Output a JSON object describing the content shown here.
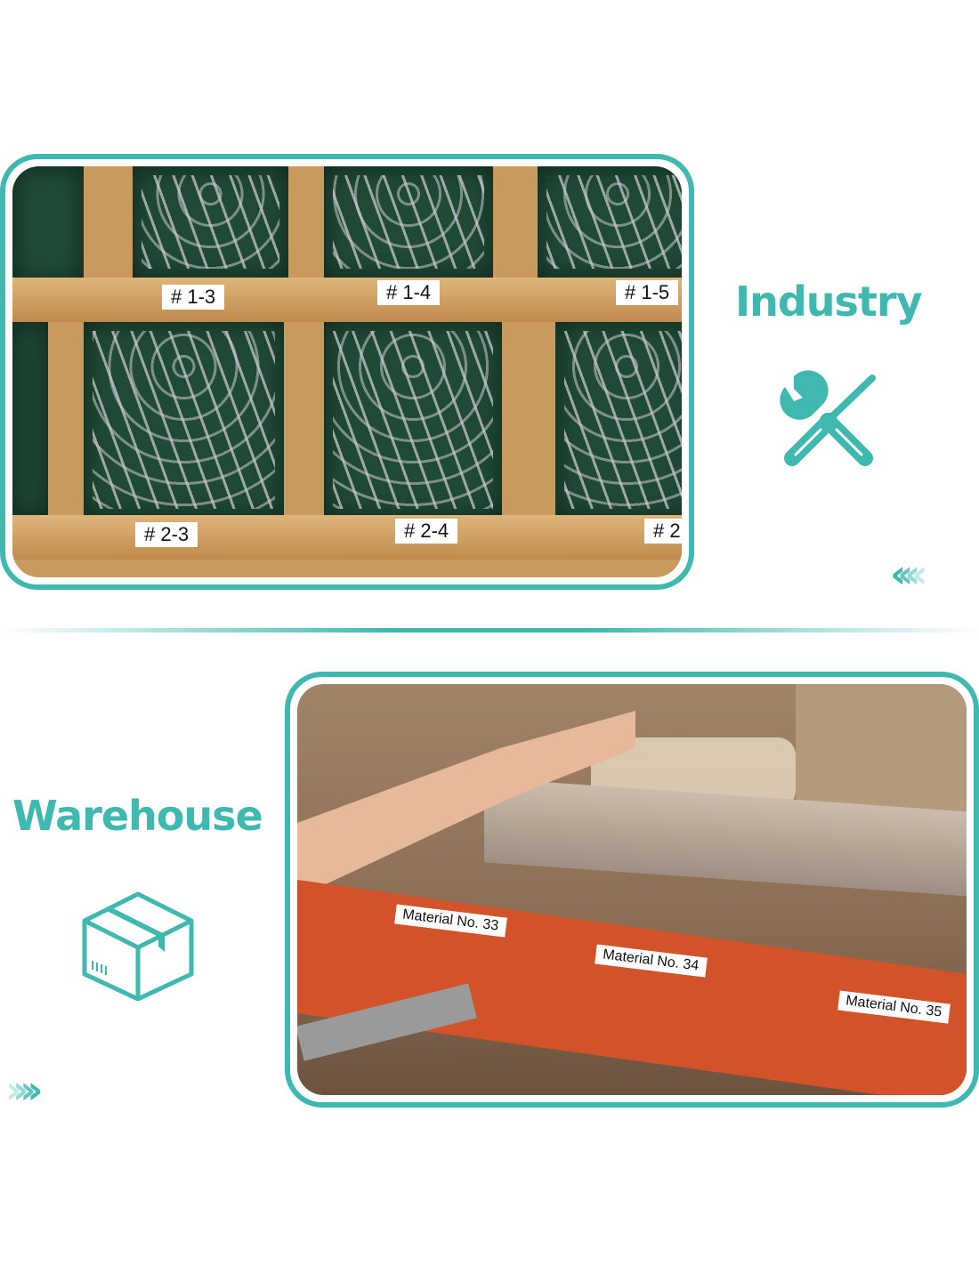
{
  "industry": {
    "title": "Industry",
    "icon": "wrench-screwdriver-icon",
    "bin_labels": [
      "# 1-3",
      "# 1-4",
      "# 1-5",
      "# 2-3",
      "# 2-4",
      "# 2"
    ]
  },
  "warehouse": {
    "title": "Warehouse",
    "icon": "box-icon",
    "shelf_labels": [
      "Material No. 33",
      "Material No. 34",
      "Material No. 35"
    ]
  },
  "colors": {
    "accent": "#3fb8b0"
  }
}
